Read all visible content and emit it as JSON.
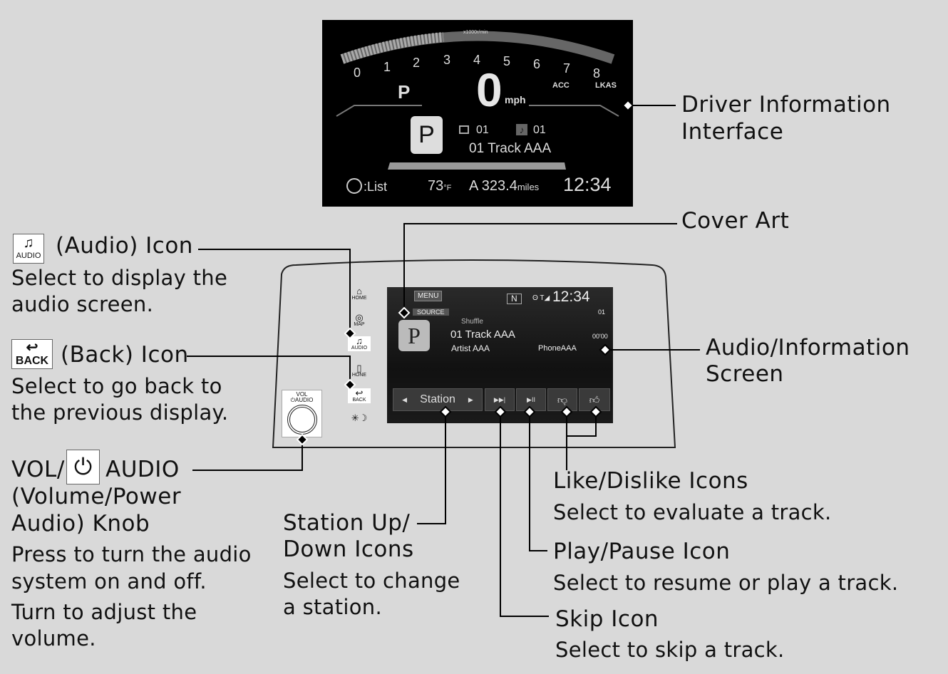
{
  "driver_display": {
    "rpm_unit": "x1000r/min",
    "rpm_ticks": [
      "0",
      "1",
      "2",
      "3",
      "4",
      "5",
      "6",
      "7",
      "8"
    ],
    "gear": "P",
    "speed": "0",
    "speed_unit": "mph",
    "acc": "ACC",
    "lkas": "LKAS",
    "gear_badge": "P",
    "folder": "01",
    "track_no": "01",
    "track": "01 Track AAA",
    "list_label": ":List",
    "temp": "73",
    "temp_unit": "°F",
    "trip": "A 323.4",
    "trip_unit": "miles",
    "clock": "12:34"
  },
  "audio_screen": {
    "menu": "MENU",
    "n": "N",
    "clock": "12:34",
    "source": "SOURCE",
    "cover": "P",
    "shuffle": "Shuffle",
    "track": "01 Track AAA",
    "artist": "Artist AAA",
    "device": "PhoneAAA",
    "track_count": "01",
    "time": "00'00",
    "station": "Station"
  },
  "side_buttons": {
    "home": "HOME",
    "map": "MAP",
    "audio": "AUDIO",
    "phone": "HONE",
    "back": "BACK",
    "knob": "VOL\n⏻AUDIO"
  },
  "callouts": {
    "driver_info": [
      "Driver Information",
      "Interface"
    ],
    "cover_art": "Cover Art",
    "audio_info": [
      "Audio/Information",
      "Screen"
    ],
    "audio_icon": {
      "icon_label": "AUDIO",
      "title": "(Audio) Icon",
      "desc": [
        "Select to display the",
        "audio screen."
      ]
    },
    "back_icon": {
      "icon_label": "BACK",
      "title": "(Back) Icon",
      "desc": [
        "Select to go back to",
        "the previous display."
      ]
    },
    "vol_knob": {
      "title_a": "VOL/",
      "title_b": "AUDIO",
      "title2": "(Volume/Power",
      "title3": "Audio) Knob",
      "desc": [
        "Press to turn the audio",
        "system on and off.",
        "Turn to adjust the",
        "volume."
      ]
    },
    "station": {
      "title": [
        "Station Up/",
        "Down Icons"
      ],
      "desc": [
        "Select to change",
        "a station."
      ]
    },
    "like": {
      "title": "Like/Dislike Icons",
      "desc": "Select to evaluate a track."
    },
    "play": {
      "title": "Play/Pause Icon",
      "desc": "Select to resume or play a track."
    },
    "skip": {
      "title": "Skip Icon",
      "desc": "Select to skip a track."
    }
  }
}
